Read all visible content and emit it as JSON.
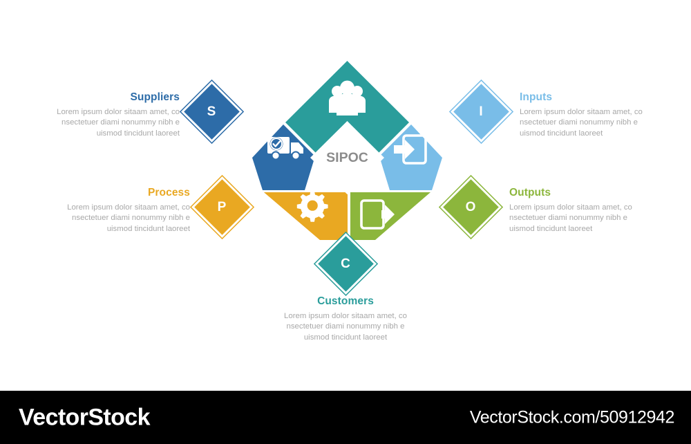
{
  "diagram": {
    "center_label": "SIPOC",
    "center_label_color": "#8c8c8c",
    "segments": [
      {
        "key": "suppliers",
        "letter": "S",
        "icon": "delivery-truck-check-icon",
        "color": "#2d6ca8"
      },
      {
        "key": "customers_top",
        "letter": "C",
        "icon": "people-group-icon",
        "color": "#2a9d9b"
      },
      {
        "key": "inputs",
        "letter": "I",
        "icon": "arrow-into-box-icon",
        "color": "#79bde8"
      },
      {
        "key": "outputs",
        "letter": "O",
        "icon": "arrow-out-of-box-icon",
        "color": "#8cb63c"
      },
      {
        "key": "process",
        "letter": "P",
        "icon": "gear-icon",
        "color": "#e9a822"
      }
    ]
  },
  "blocks": {
    "suppliers": {
      "title": "Suppliers",
      "letter": "S",
      "color": "#2d6ca8",
      "desc": "Lorem ipsum dolor sitaam amet, co nsectetuer diami nonummy  nibh e uismod tincidunt laoreet"
    },
    "inputs": {
      "title": "Inputs",
      "letter": "I",
      "color": "#79bde8",
      "desc": "Lorem ipsum dolor sitaam amet, co nsectetuer diami nonummy  nibh e uismod tincidunt laoreet"
    },
    "process": {
      "title": "Process",
      "letter": "P",
      "color": "#e9a822",
      "desc": "Lorem ipsum dolor sitaam amet, co nsectetuer diami nonummy  nibh e uismod tincidunt laoreet"
    },
    "outputs": {
      "title": "Outputs",
      "letter": "O",
      "color": "#8cb63c",
      "desc": "Lorem ipsum dolor sitaam amet, co nsectetuer diami nonummy  nibh e uismod tincidunt laoreet"
    },
    "customers": {
      "title": "Customers",
      "letter": "C",
      "color": "#2a9d9b",
      "desc": "Lorem ipsum dolor sitaam amet, co nsectetuer diami nonummy  nibh e uismod tincidunt laoreet"
    }
  },
  "watermark": {
    "brand": "VectorStock",
    "url": "VectorStock.com/50912942"
  }
}
